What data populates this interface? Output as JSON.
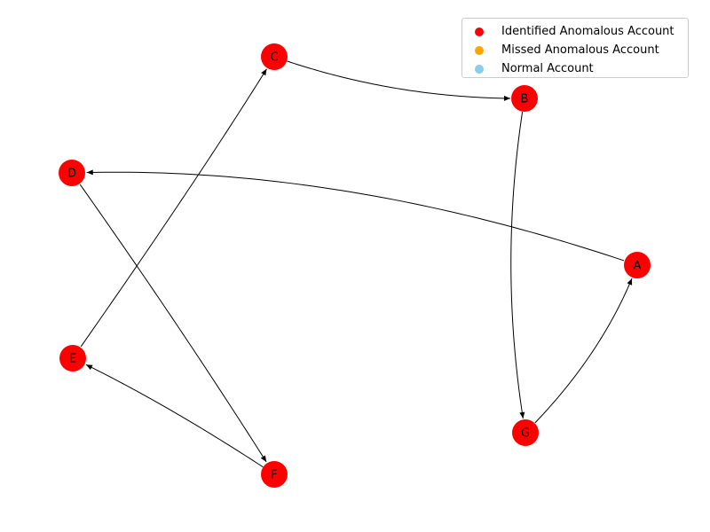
{
  "nodes": [
    {
      "id": "A",
      "label": "A",
      "status": "identified"
    },
    {
      "id": "B",
      "label": "B",
      "status": "identified"
    },
    {
      "id": "C",
      "label": "C",
      "status": "identified"
    },
    {
      "id": "D",
      "label": "D",
      "status": "identified"
    },
    {
      "id": "E",
      "label": "E",
      "status": "identified"
    },
    {
      "id": "F",
      "label": "F",
      "status": "identified"
    },
    {
      "id": "G",
      "label": "G",
      "status": "identified"
    }
  ],
  "edges": [
    {
      "from": "C",
      "to": "B"
    },
    {
      "from": "B",
      "to": "G"
    },
    {
      "from": "G",
      "to": "A"
    },
    {
      "from": "A",
      "to": "D"
    },
    {
      "from": "D",
      "to": "F"
    },
    {
      "from": "F",
      "to": "E"
    },
    {
      "from": "E",
      "to": "C"
    }
  ],
  "legend": {
    "items": [
      {
        "key": "identified",
        "label": "Identified Anomalous Account",
        "color": "#ff0000"
      },
      {
        "key": "missed",
        "label": "Missed Anomalous Account",
        "color": "#ffa500"
      },
      {
        "key": "normal",
        "label": "Normal Account",
        "color": "#87ceeb"
      }
    ]
  }
}
